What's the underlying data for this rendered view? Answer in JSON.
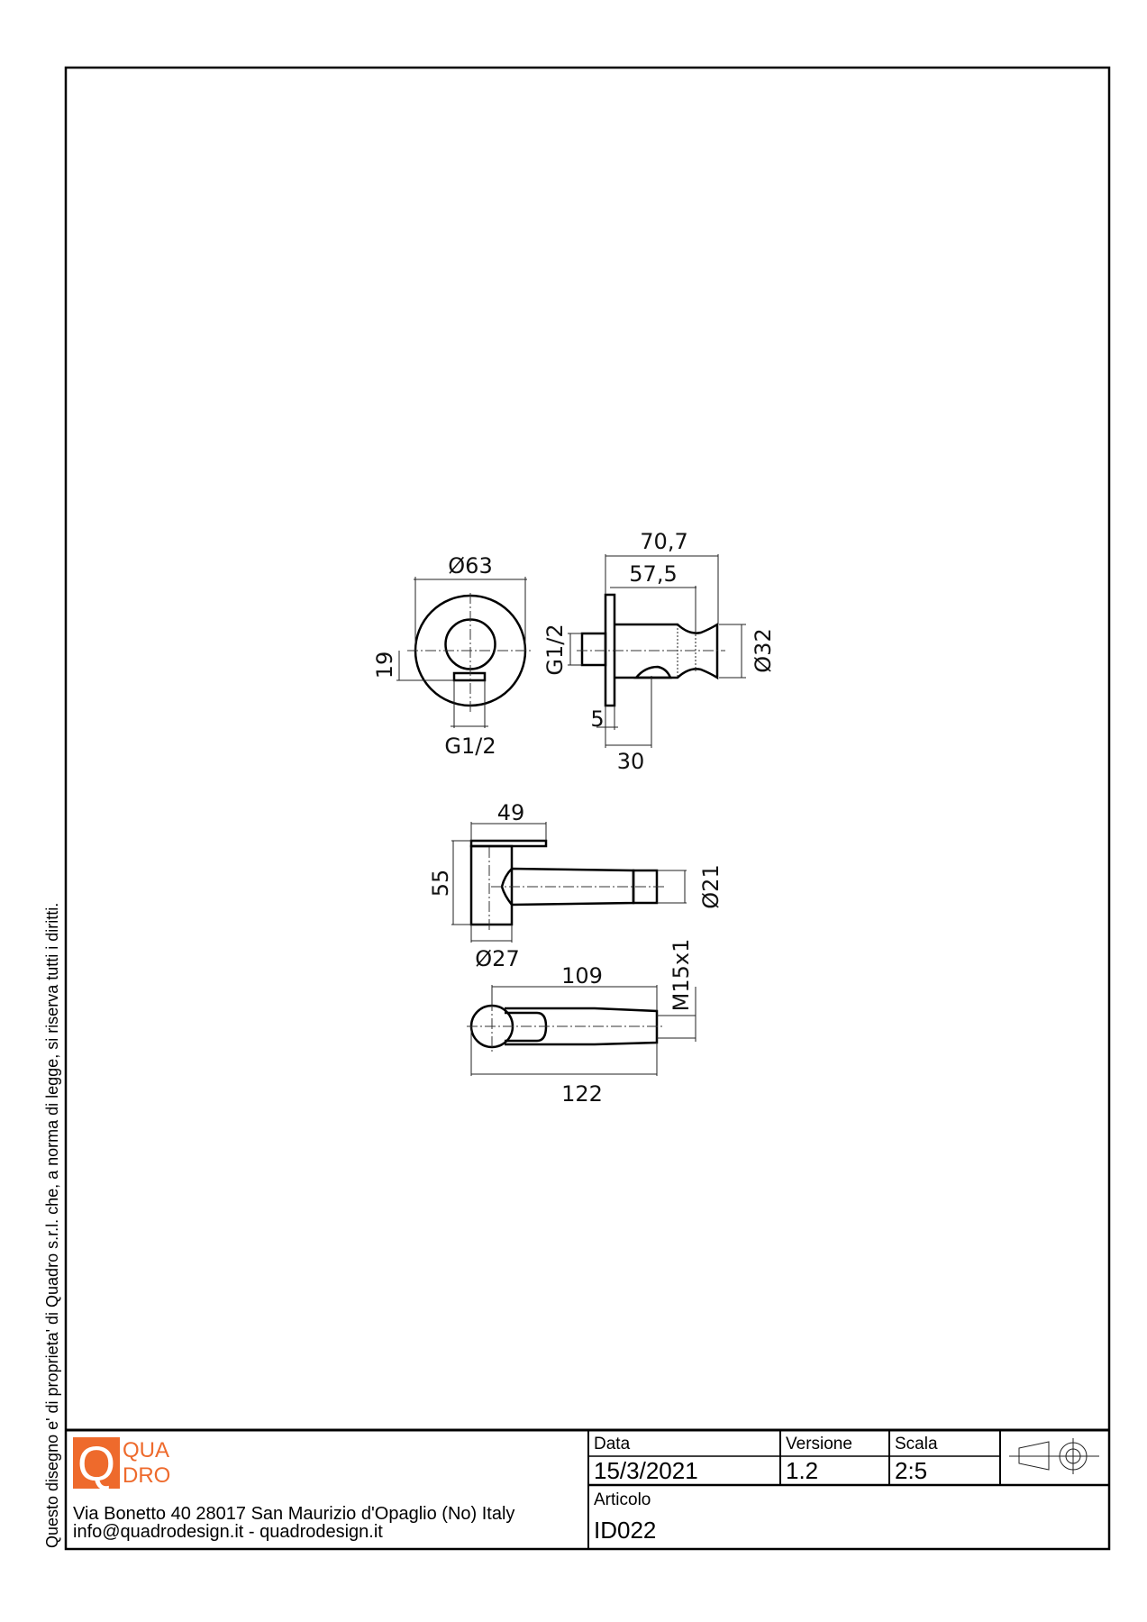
{
  "copyright_note": "Questo disegno e' di proprieta' di Quadro s.r.l. che, a norma di legge, si riserva tutti i diritti.",
  "logo": {
    "line1": "QUA",
    "line2": "DRO",
    "letter": "Q",
    "color": "#ee6a2c"
  },
  "company": {
    "address": "Via Bonetto 40  28017 San Maurizio d'Opaglio (No) Italy",
    "contact": "info@quadrodesign.it  -  quadrodesign.it"
  },
  "title_block": {
    "data_label": "Data",
    "data_value": "15/3/2021",
    "versione_label": "Versione",
    "versione_value": "1.2",
    "scala_label": "Scala",
    "scala_value": "2:5",
    "articolo_label": "Articolo",
    "articolo_value": "ID022",
    "projection_icon": "first-angle-projection-icon"
  },
  "dimensions": {
    "front_diameter": "Ø63",
    "front_offset": "19",
    "front_thread": "G1/2",
    "side_overall": "70,7",
    "side_body": "57,5",
    "side_thread": "G1/2",
    "side_diameter": "Ø32",
    "side_plate": "5",
    "side_knob": "30",
    "top_width": "49",
    "top_height": "55",
    "top_body_diameter": "Ø27",
    "top_tip_diameter": "Ø21",
    "bottom_inner": "109",
    "bottom_overall": "122",
    "bottom_thread": "M15x1"
  }
}
